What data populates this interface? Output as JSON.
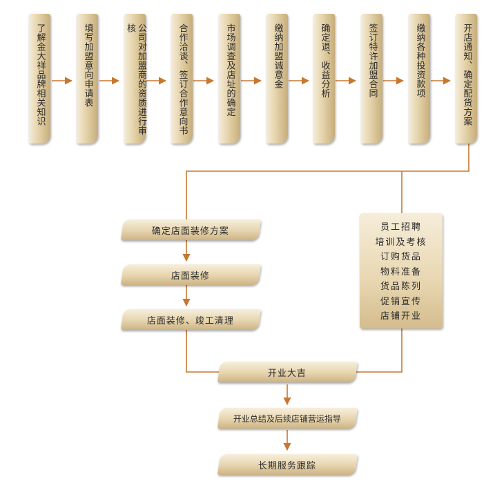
{
  "steps": [
    "了解金大祥品牌相关知识",
    "填写加盟意向申请表",
    "公司对加盟商的资质进行审核",
    "合作洽谈、签订合作意向书",
    "市场调查及店址的确定",
    "缴纳加盟诚意金",
    "确定退、收益分析",
    "签订特许加盟合同",
    "缴纳各种投资款项",
    "开店通知、确定配货方案"
  ],
  "left_branch": [
    "确定店面装修方案",
    "店面装修",
    "店面装修、竣工清理"
  ],
  "right_branch": [
    "员工招聘",
    "培训及考核",
    "订购货品",
    "物料准备",
    "货品陈列",
    "促销宣传",
    "店铺开业"
  ],
  "final_steps": [
    "开业大吉",
    "开业总结及后续店铺营运指导",
    "长期服务跟踪"
  ],
  "colors": {
    "line": "#c8772e",
    "box_light": "#f5ecd8",
    "box_dark": "#c7ad7b"
  }
}
